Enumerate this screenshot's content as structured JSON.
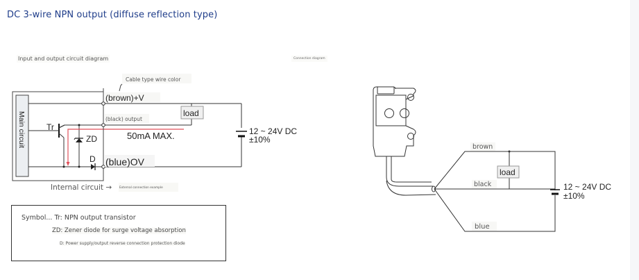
{
  "page": {
    "title": "DC 3-wire NPN output (diffuse reflection type)"
  },
  "left_diagram": {
    "section_label": "Input and output circuit diagram",
    "cable_note": "Cable type wire color",
    "main_circuit_label": "Main circuit",
    "terminals": {
      "brown": "(brown)+V",
      "black": "(black) output",
      "blue": "(blue)OV"
    },
    "components": {
      "transistor": "Tr",
      "zener": "ZD",
      "diode": "D",
      "load": "load"
    },
    "current_label": "50mA MAX.",
    "supply_line1": "12 ~ 24V DC",
    "supply_line2": "±10%",
    "internal_label": "Internal circuit →",
    "external_label": "External connection example"
  },
  "legend": {
    "line1": "Symbol... Tr: NPN output transistor",
    "line2": "ZD: Zener diode for surge voltage absorption",
    "line3": "D: Power supply/output reverse connection protection diode"
  },
  "right_diagram": {
    "section_label": "Connection diagram",
    "wires": [
      "brown",
      "black",
      "blue"
    ],
    "load": "load",
    "supply_line1": "12 ~ 24V DC",
    "supply_line2": "±10%"
  },
  "colors": {
    "title": "#1f3d8a",
    "current_path": "#e0505a",
    "line": "#333333"
  }
}
